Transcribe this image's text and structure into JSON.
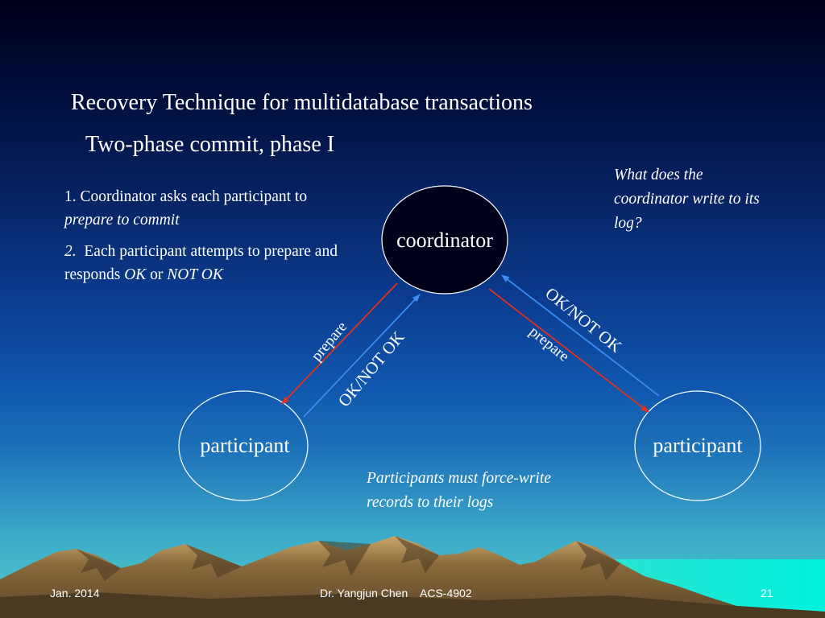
{
  "slide": {
    "title": "Recovery Technique for multidatabase transactions",
    "subtitle": "Two-phase commit, phase I",
    "steps": [
      {
        "prefix": "1. Coordinator asks each participant to ",
        "emphasis": "prepare to commit"
      },
      {
        "number": "2.",
        "text_a": "  Each participant attempts to prepare and responds ",
        "ok": "OK",
        "or": " or ",
        "notok": "NOT OK"
      }
    ],
    "note_top": "What does the coordinator write to its log?",
    "note_bottom": "Participants must force-write records to their logs"
  },
  "diagram": {
    "coordinator": "coordinator",
    "participant_left": "participant",
    "participant_right": "participant",
    "label_prepare_left": "prepare",
    "label_ok_left": "OK/NOT OK",
    "label_ok_right": "OK/NOT OK",
    "label_prepare_right": "prepare",
    "colors": {
      "prepare_arrow": "#e0321e",
      "ok_arrow": "#3c8cf0",
      "ellipse_fill": "#00001a"
    }
  },
  "footer": {
    "date": "Jan. 2014",
    "author": "Dr. Yangjun Chen    ACS-4902",
    "page": "21"
  }
}
